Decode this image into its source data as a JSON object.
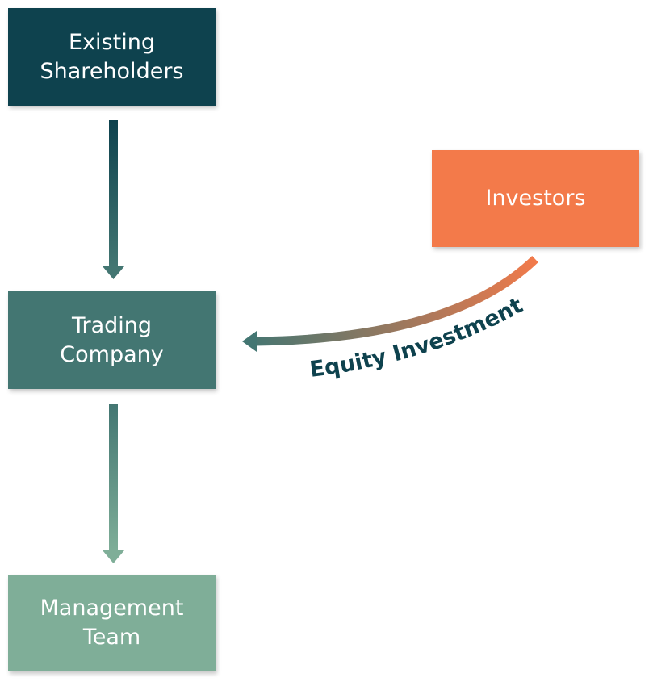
{
  "nodes": {
    "existing_shareholders": {
      "line1": "Existing",
      "line2": "Shareholders",
      "color": "#0e424e"
    },
    "investors": {
      "line1": "Investors",
      "color": "#f37a4a"
    },
    "trading_company": {
      "line1": "Trading",
      "line2": "Company",
      "color": "#437672"
    },
    "management_team": {
      "line1": "Management",
      "line2": "Team",
      "color": "#7fae98"
    }
  },
  "edges": {
    "equity_investment": {
      "label": "Equity Investment",
      "label_color": "#0e424e"
    }
  },
  "colors": {
    "arrow_top_start": "#0e424e",
    "arrow_top_end": "#437672",
    "arrow_bottom_start": "#437672",
    "arrow_bottom_end": "#7fae98",
    "curve_start": "#437672",
    "curve_end": "#f37a4a"
  }
}
